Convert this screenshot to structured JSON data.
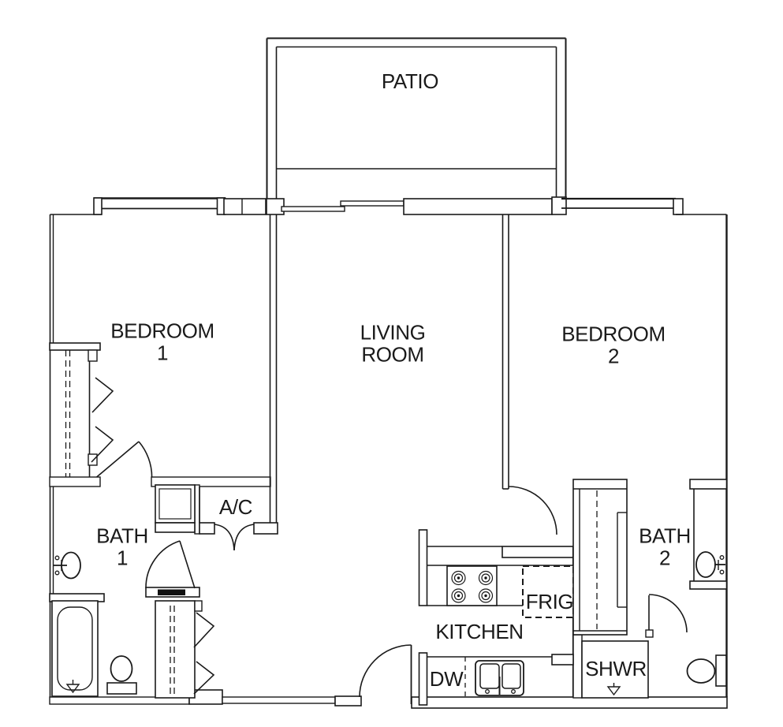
{
  "labels": {
    "patio": "PATIO",
    "bedroom1": "BEDROOM\n1",
    "living_room": "LIVING\nROOM",
    "bedroom2": "BEDROOM\n2",
    "bath1": "BATH\n1",
    "ac": "A/C",
    "frig": "FRIG",
    "kitchen": "KITCHEN",
    "dw": "DW",
    "shwr": "SHWR",
    "bath2": "BATH\n2"
  },
  "colors": {
    "line": "#1a1a1a",
    "background": "#ffffff",
    "door_threshold_marker": "#111111"
  },
  "fixtures": [
    "bathtub",
    "toilet",
    "vanity-sink",
    "stove-burners",
    "kitchen-double-sink",
    "refrigerator-dashed",
    "dishwasher",
    "shower-stall",
    "closet-rod-dashed",
    "door-swing-arc",
    "bifold-door-arrows",
    "drain-symbol",
    "sliding-glass-door",
    "window"
  ]
}
